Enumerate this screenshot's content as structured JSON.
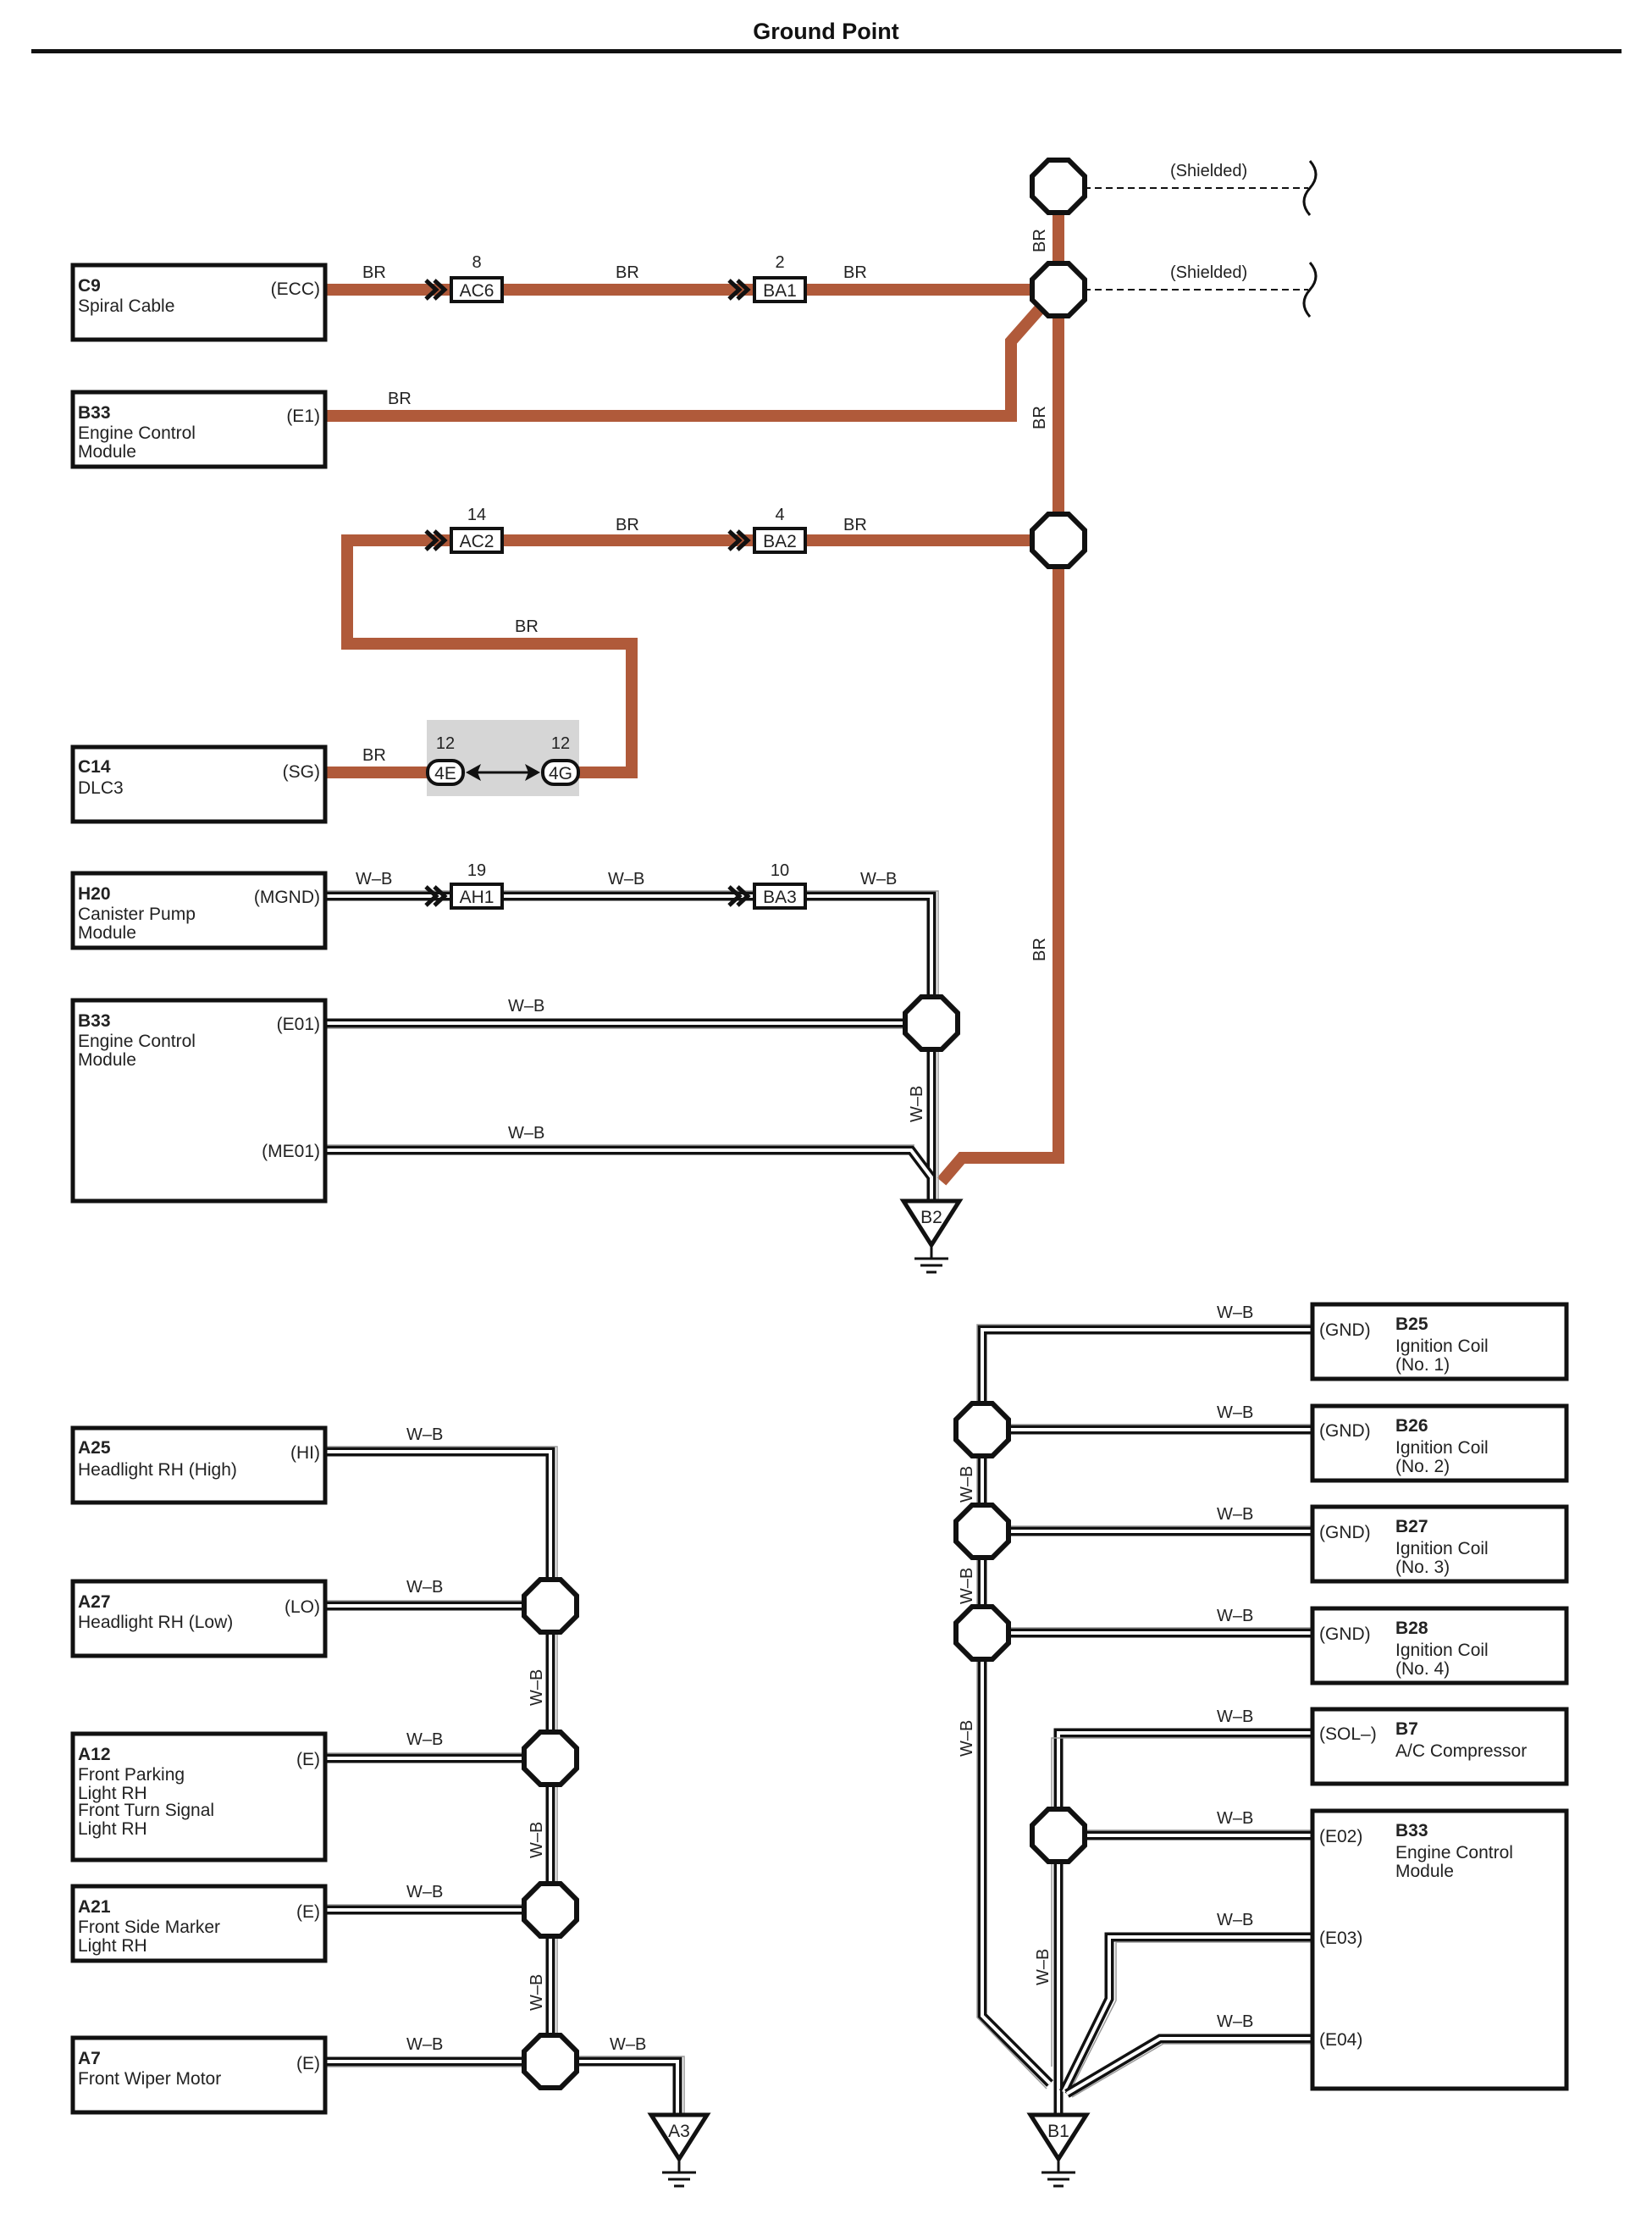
{
  "page": {
    "title": "Ground Point"
  },
  "colors": {
    "brown_wire": "#b05a3a",
    "white_black_wire": "#111111"
  },
  "wire": {
    "br": "BR",
    "wb": "W–B",
    "shielded": "(Shielded)"
  },
  "connectors": {
    "ac6": {
      "code": "AC6",
      "pin": "8"
    },
    "ba1": {
      "code": "BA1",
      "pin": "2"
    },
    "ac2": {
      "code": "AC2",
      "pin": "14"
    },
    "ba2": {
      "code": "BA2",
      "pin": "4"
    },
    "e4": {
      "code": "4E",
      "pin": "12"
    },
    "g4": {
      "code": "4G",
      "pin": "12"
    },
    "ah1": {
      "code": "AH1",
      "pin": "19"
    },
    "ba3": {
      "code": "BA3",
      "pin": "10"
    }
  },
  "grounds": {
    "b2": "B2",
    "a3": "A3",
    "b1": "B1"
  },
  "components": {
    "c9": {
      "code": "C9",
      "name1": "Spiral Cable",
      "terminal": "(ECC)"
    },
    "b33a": {
      "code": "B33",
      "name1": "Engine Control",
      "name2": "Module",
      "terminal": "(E1)"
    },
    "c14": {
      "code": "C14",
      "name1": "DLC3",
      "terminal": "(SG)"
    },
    "h20": {
      "code": "H20",
      "name1": "Canister Pump",
      "name2": "Module",
      "terminal": "(MGND)"
    },
    "b33b": {
      "code": "B33",
      "name1": "Engine Control",
      "name2": "Module",
      "terminal1": "(E01)",
      "terminal2": "(ME01)"
    },
    "a25": {
      "code": "A25",
      "name1": "Headlight RH (High)",
      "terminal": "(HI)"
    },
    "a27": {
      "code": "A27",
      "name1": "Headlight RH (Low)",
      "terminal": "(LO)"
    },
    "a12": {
      "code": "A12",
      "name1": "Front Parking",
      "name2": "Light RH",
      "name3": "Front Turn Signal",
      "name4": "Light RH",
      "terminal": "(E)"
    },
    "a21": {
      "code": "A21",
      "name1": "Front Side Marker",
      "name2": "Light RH",
      "terminal": "(E)"
    },
    "a7": {
      "code": "A7",
      "name1": "Front Wiper Motor",
      "terminal": "(E)"
    },
    "b25": {
      "code": "B25",
      "name1": "Ignition Coil",
      "name2": "(No. 1)",
      "terminal": "(GND)"
    },
    "b26": {
      "code": "B26",
      "name1": "Ignition Coil",
      "name2": "(No. 2)",
      "terminal": "(GND)"
    },
    "b27": {
      "code": "B27",
      "name1": "Ignition Coil",
      "name2": "(No. 3)",
      "terminal": "(GND)"
    },
    "b28": {
      "code": "B28",
      "name1": "Ignition Coil",
      "name2": "(No. 4)",
      "terminal": "(GND)"
    },
    "b7": {
      "code": "B7",
      "name1": "A/C Compressor",
      "terminal": "(SOL–)"
    },
    "b33c": {
      "code": "B33",
      "name1": "Engine Control",
      "name2": "Module",
      "terminal1": "(E02)",
      "terminal2": "(E03)",
      "terminal3": "(E04)"
    }
  }
}
